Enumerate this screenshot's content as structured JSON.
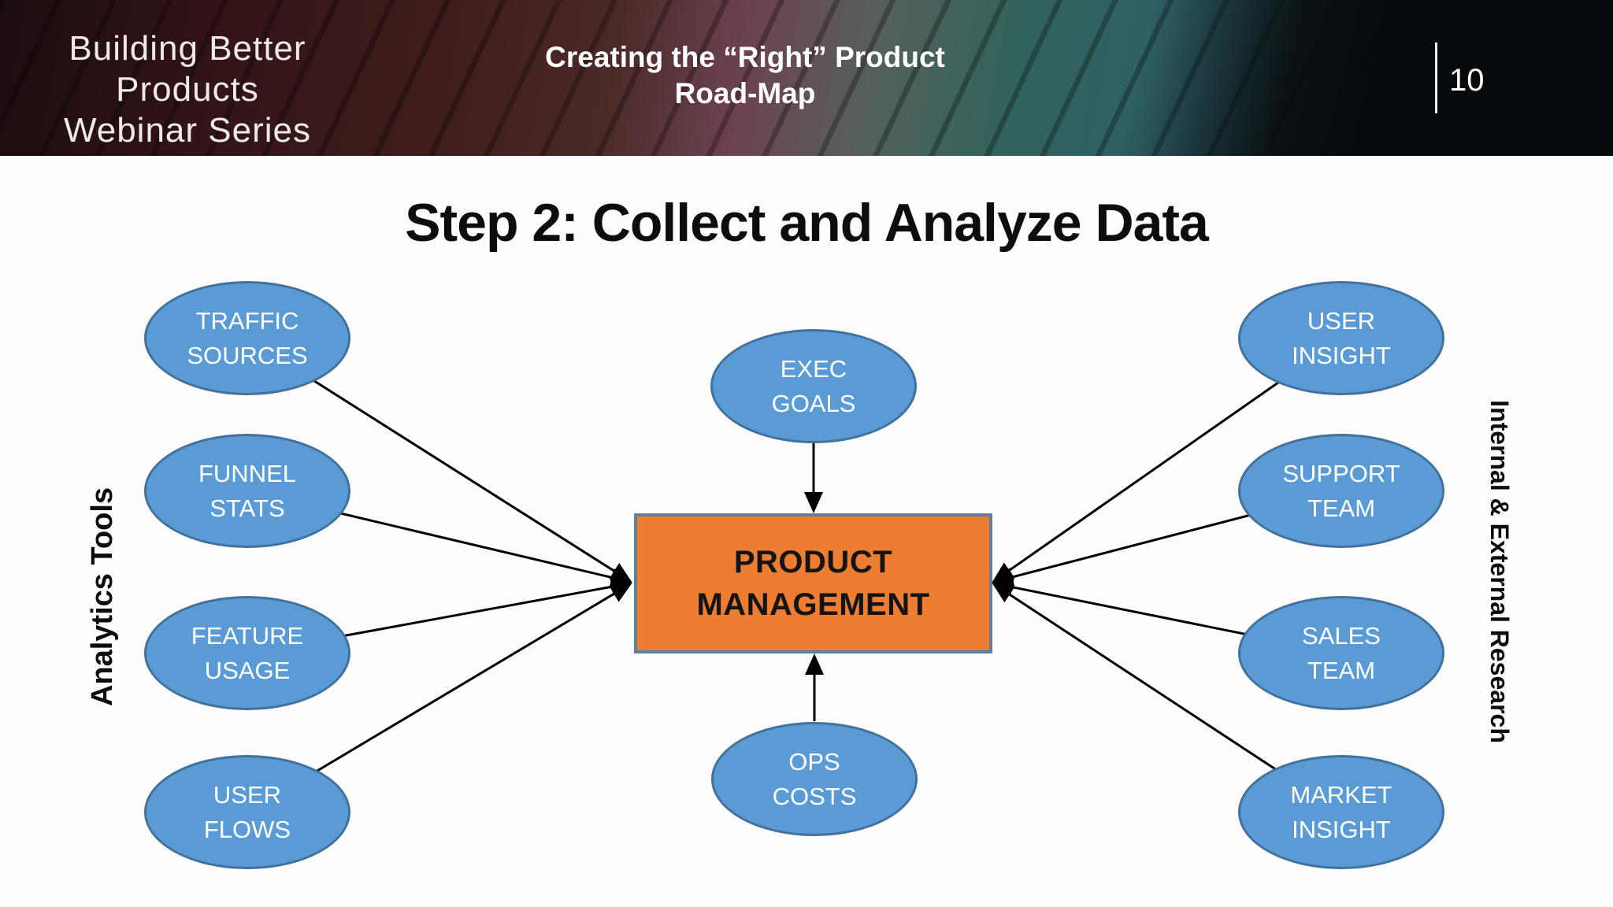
{
  "header": {
    "series_title": {
      "line1": "Building Better Products",
      "line2": "Webinar Series"
    },
    "deck_title": {
      "line1": "Creating the “Right” Product",
      "line2": "Road-Map"
    },
    "page_number": "10"
  },
  "slide": {
    "title": "Step 2: Collect and Analyze Data",
    "left_group_label": "Analytics Tools",
    "right_group_label": "Internal & External Research",
    "center_box": {
      "line1": "PRODUCT",
      "line2": "MANAGEMENT"
    },
    "left_nodes": [
      {
        "line1": "TRAFFIC",
        "line2": "SOURCES"
      },
      {
        "line1": "FUNNEL",
        "line2": "STATS"
      },
      {
        "line1": "FEATURE",
        "line2": "USAGE"
      },
      {
        "line1": "USER",
        "line2": "FLOWS"
      }
    ],
    "center_nodes": [
      {
        "line1": "EXEC",
        "line2": "GOALS"
      },
      {
        "line1": "OPS",
        "line2": "COSTS"
      }
    ],
    "right_nodes": [
      {
        "line1": "USER",
        "line2": "INSIGHT"
      },
      {
        "line1": "SUPPORT",
        "line2": "TEAM"
      },
      {
        "line1": "SALES",
        "line2": "TEAM"
      },
      {
        "line1": "MARKET",
        "line2": "INSIGHT"
      }
    ]
  },
  "colors": {
    "node_fill": "#5B9BD5",
    "node_border": "#41719C",
    "node_text": "#FFFFFF",
    "box_fill": "#ED7D31",
    "box_border": "#5F7F9E",
    "arrow": "#000000",
    "title_text": "#0D0D0D"
  }
}
